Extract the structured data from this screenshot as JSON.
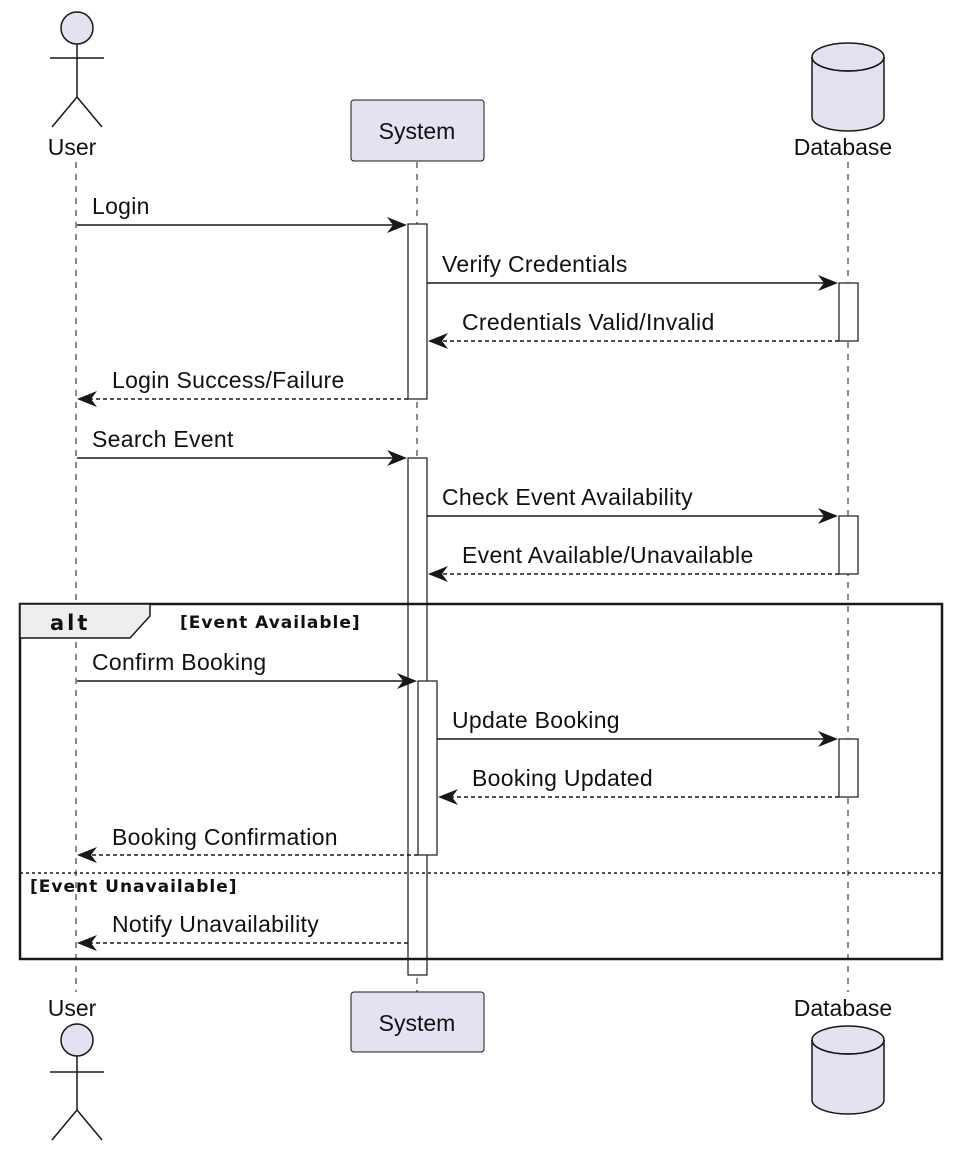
{
  "participants": {
    "user": {
      "label": "User",
      "kind": "actor"
    },
    "system": {
      "label": "System",
      "kind": "participant"
    },
    "database": {
      "label": "Database",
      "kind": "database"
    }
  },
  "colors": {
    "participant_fill": "#E2E2F0",
    "border": "#181818",
    "frame_header_fill": "#EEEEEE"
  },
  "messages": {
    "m1": "Login",
    "m2": "Verify Credentials",
    "m3": "Credentials Valid/Invalid",
    "m4": "Login Success/Failure",
    "m5": "Search Event",
    "m6": "Check Event Availability",
    "m7": "Event Available/Unavailable",
    "m8": "Confirm Booking",
    "m9": "Update Booking",
    "m10": "Booking Updated",
    "m11": "Booking Confirmation",
    "m12": "Notify Unavailability"
  },
  "fragment": {
    "operator": "alt",
    "guard_1": "[Event Available]",
    "guard_2": "[Event Unavailable]"
  }
}
